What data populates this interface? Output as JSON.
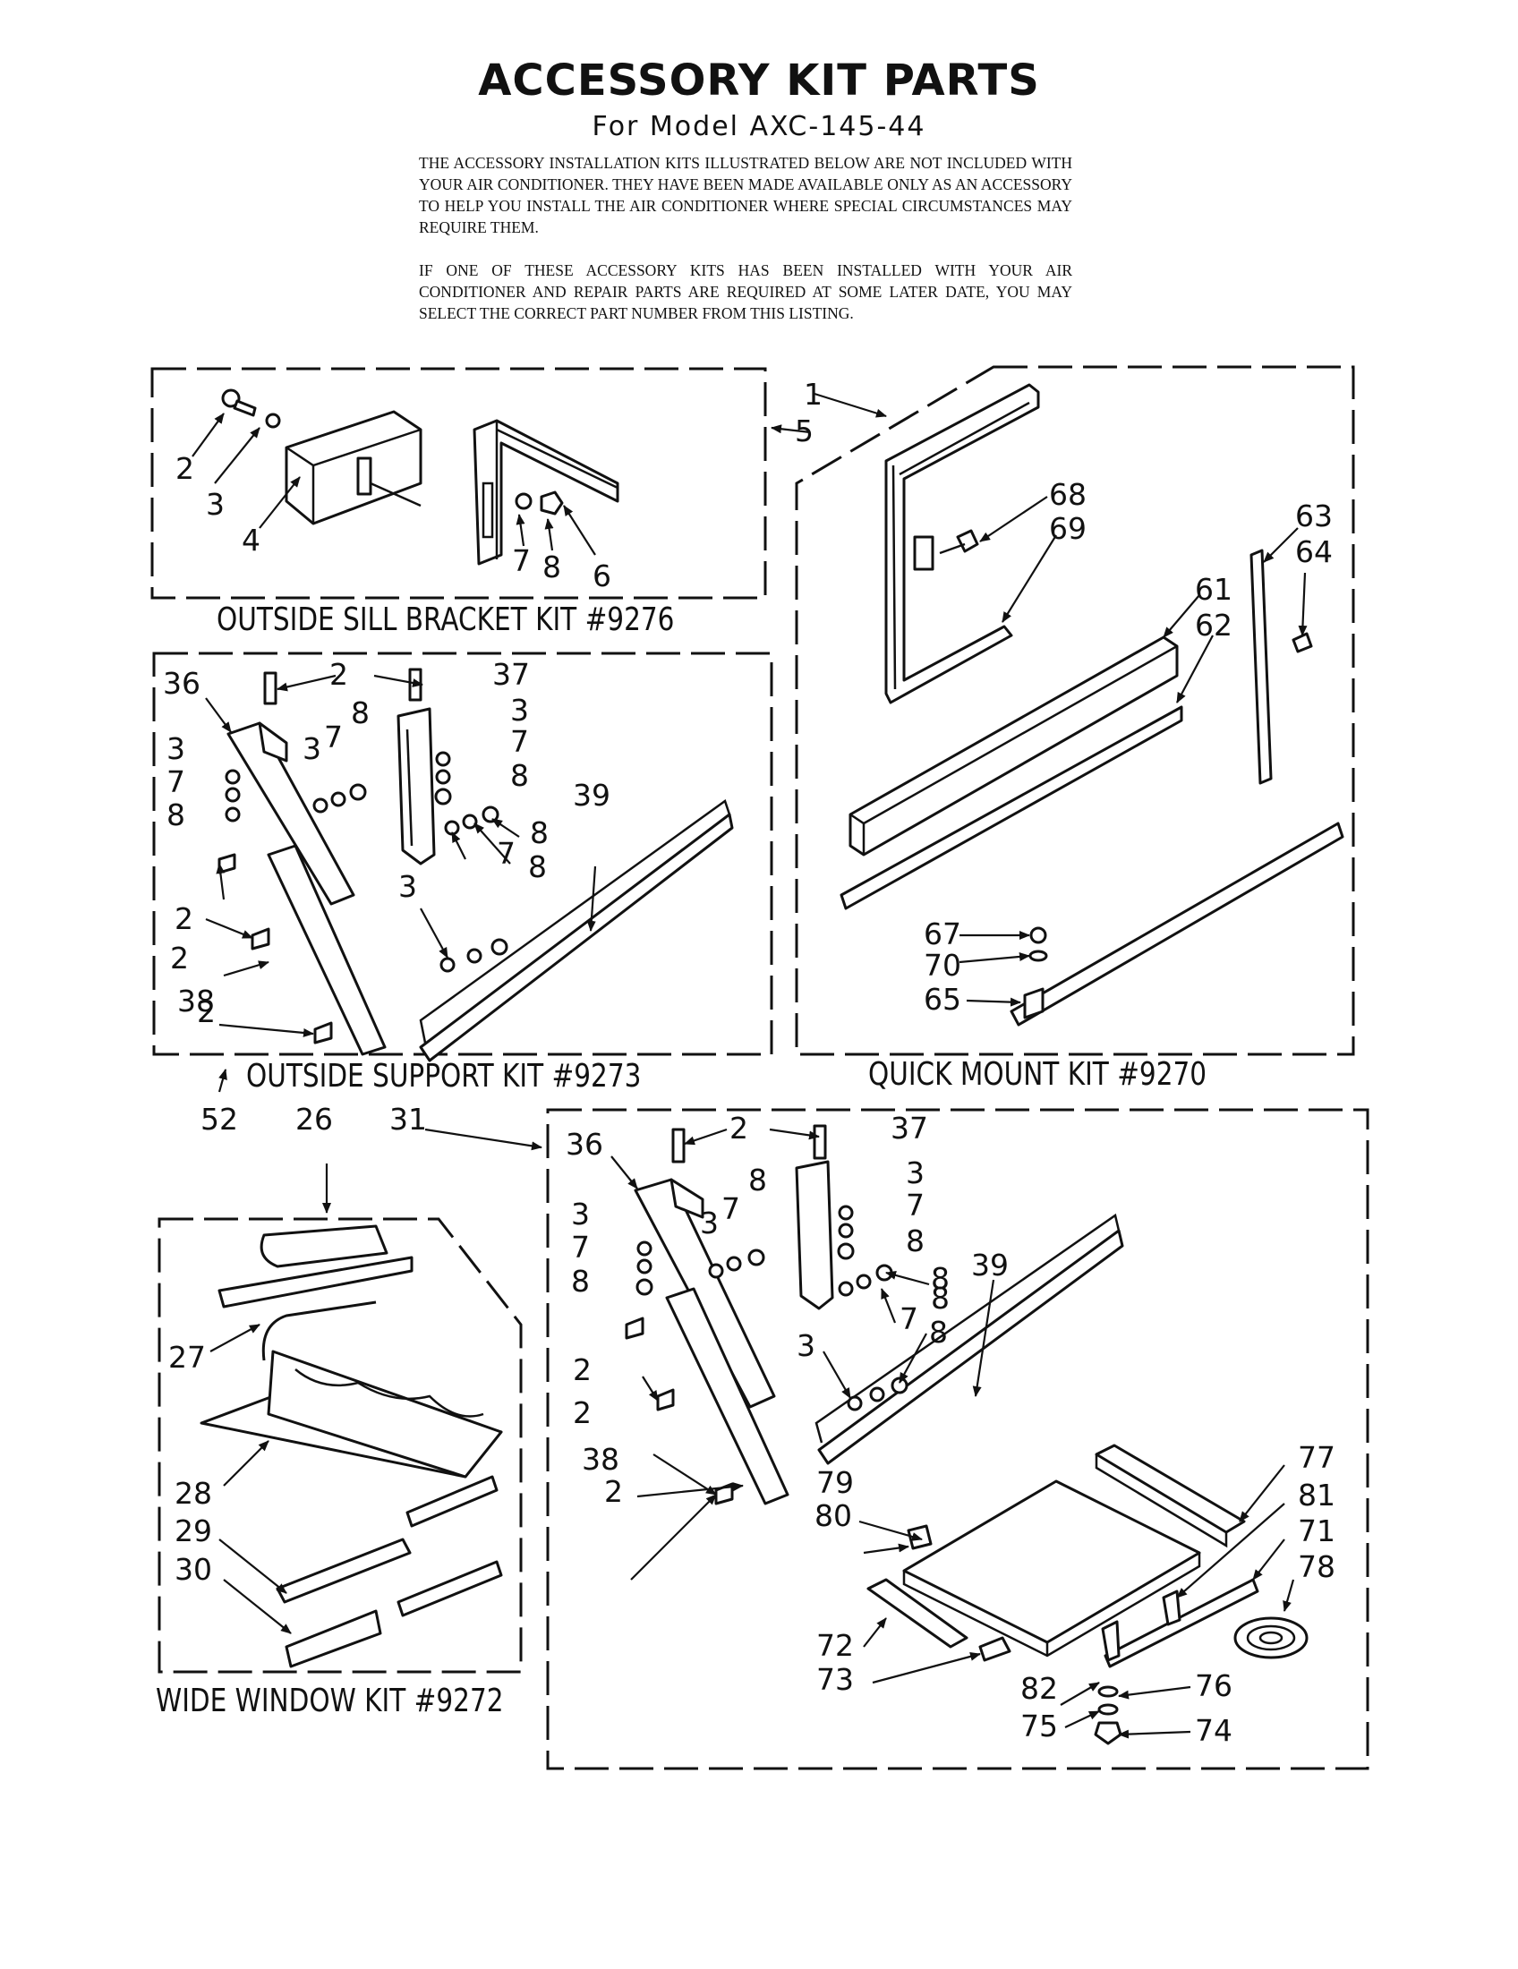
{
  "header": {
    "title": "ACCESSORY KIT PARTS",
    "subtitle": "For Model AXC-145-44"
  },
  "notes": [
    "THE ACCESSORY INSTALLATION KITS ILLUSTRATED BELOW ARE NOT INCLUDED WITH YOUR AIR CONDITIONER. THEY HAVE BEEN MADE AVAILABLE ONLY AS AN ACCESSORY TO HELP YOU INSTALL THE AIR CONDITIONER WHERE SPECIAL CIRCUMSTANCES MAY REQUIRE THEM.",
    "IF ONE OF THESE ACCESSORY KITS HAS BEEN INSTALLED WITH YOUR AIR CONDITIONER AND REPAIR PARTS ARE REQUIRED AT SOME LATER DATE, YOU MAY SELECT THE CORRECT PART NUMBER FROM THIS LISTING."
  ],
  "kits": [
    {
      "name": "OUTSIDE SILL BRACKET KIT #9276",
      "kit_number": "5",
      "parts": [
        "2",
        "3",
        "4",
        "7",
        "8",
        "6"
      ]
    },
    {
      "name": "QUICK MOUNT KIT #9270",
      "kit_number": "1",
      "parts": [
        "68",
        "69",
        "63",
        "64",
        "61",
        "62",
        "67",
        "70",
        "65"
      ]
    },
    {
      "name": "OUTSIDE SUPPORT KIT #9273",
      "kit_number": "52",
      "parts": [
        "36",
        "2",
        "37",
        "3",
        "7",
        "8",
        "39",
        "38"
      ]
    },
    {
      "name": "WIDE WINDOW KIT #9272",
      "kit_number": "26",
      "parts": [
        "27",
        "28",
        "29",
        "30"
      ]
    },
    {
      "name": "",
      "kit_number": "31",
      "parts": [
        "36",
        "2",
        "37",
        "3",
        "7",
        "8",
        "39",
        "38",
        "79",
        "80",
        "77",
        "81",
        "71",
        "78",
        "72",
        "73",
        "82",
        "76",
        "75",
        "74"
      ]
    }
  ],
  "callouts": {
    "sill": [
      "2",
      "3",
      "4",
      "7",
      "8",
      "6"
    ],
    "kitno_sill": "5",
    "quick": [
      "1",
      "68",
      "69",
      "63",
      "64",
      "61",
      "62",
      "67",
      "70",
      "65"
    ],
    "support": [
      "36",
      "2",
      "37",
      "3",
      "7",
      "8",
      "3",
      "7",
      "8",
      "3",
      "7",
      "8",
      "2",
      "8",
      "7",
      "8",
      "39",
      "3",
      "2",
      "38",
      "2"
    ],
    "support_kitno": "52",
    "wide_kitno": "26",
    "combo_kitno": "31",
    "wide": [
      "27",
      "28",
      "29",
      "30"
    ],
    "combo": [
      "36",
      "2",
      "37",
      "3",
      "7",
      "3",
      "7",
      "8",
      "8",
      "3",
      "7",
      "8",
      "8",
      "2",
      "8",
      "7",
      "8",
      "39",
      "3",
      "2",
      "38",
      "2",
      "79",
      "80",
      "77",
      "81",
      "71",
      "78",
      "72",
      "73",
      "82",
      "75",
      "76",
      "74"
    ]
  }
}
